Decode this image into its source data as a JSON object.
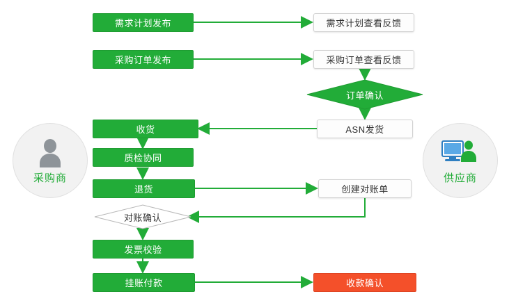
{
  "diagram": {
    "title": "",
    "colors": {
      "green": "#22ac38",
      "orange": "#f4502a",
      "white": "#fdfdfd",
      "line": "#22ac38",
      "actor_bg": "#f2f2f2"
    },
    "actors": [
      {
        "id": "buyer",
        "label": "采购商",
        "icon": "person-icon"
      },
      {
        "id": "supplier",
        "label": "供应商",
        "icon": "person-computer-icon"
      }
    ],
    "nodes": [
      {
        "id": "n1",
        "label": "需求计划发布",
        "style": "green"
      },
      {
        "id": "n2",
        "label": "需求计划查看反馈",
        "style": "white"
      },
      {
        "id": "n3",
        "label": "采购订单发布",
        "style": "green"
      },
      {
        "id": "n4",
        "label": "采购订单查看反馈",
        "style": "white"
      },
      {
        "id": "n5",
        "label": "订单确认",
        "style": "diamond-green"
      },
      {
        "id": "n6",
        "label": "收货",
        "style": "green"
      },
      {
        "id": "n7",
        "label": "ASN发货",
        "style": "white"
      },
      {
        "id": "n8",
        "label": "质检协同",
        "style": "green"
      },
      {
        "id": "n9",
        "label": "退货",
        "style": "green"
      },
      {
        "id": "n10",
        "label": "创建对账单",
        "style": "white"
      },
      {
        "id": "n11",
        "label": "对账确认",
        "style": "diamond-white"
      },
      {
        "id": "n12",
        "label": "发票校验",
        "style": "green"
      },
      {
        "id": "n13",
        "label": "挂账付款",
        "style": "green"
      },
      {
        "id": "n14",
        "label": "收款确认",
        "style": "orange"
      }
    ]
  }
}
